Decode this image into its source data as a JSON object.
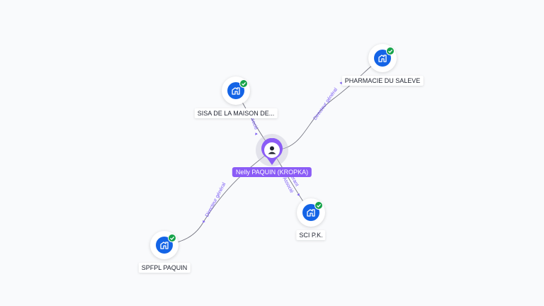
{
  "center": {
    "name": "Nelly PAQUIN (KROPKA)",
    "icon": "person-icon",
    "color": "#8b5cf6"
  },
  "companies": [
    {
      "name": "SISA DE LA MAISON DE...",
      "icon": "company-building-icon",
      "verified": true
    },
    {
      "name": "PHARMACIE DU SALEVE",
      "icon": "company-building-icon",
      "verified": true
    },
    {
      "name": "SCI P.K.",
      "icon": "company-building-icon",
      "verified": true
    },
    {
      "name": "SPFPL PAQUIN",
      "icon": "company-building-icon",
      "verified": true
    }
  ],
  "relations": [
    {
      "company": 0,
      "label": "Associé"
    },
    {
      "company": 1,
      "label": "Directeur général"
    },
    {
      "company": 2,
      "label": "Gérant Associé"
    },
    {
      "company": 3,
      "label": "Directeur général"
    }
  ],
  "colors": {
    "company": "#1464e6",
    "verified": "#16a34a",
    "edge_label": "#7a5af5",
    "background": "#f9fafc"
  }
}
